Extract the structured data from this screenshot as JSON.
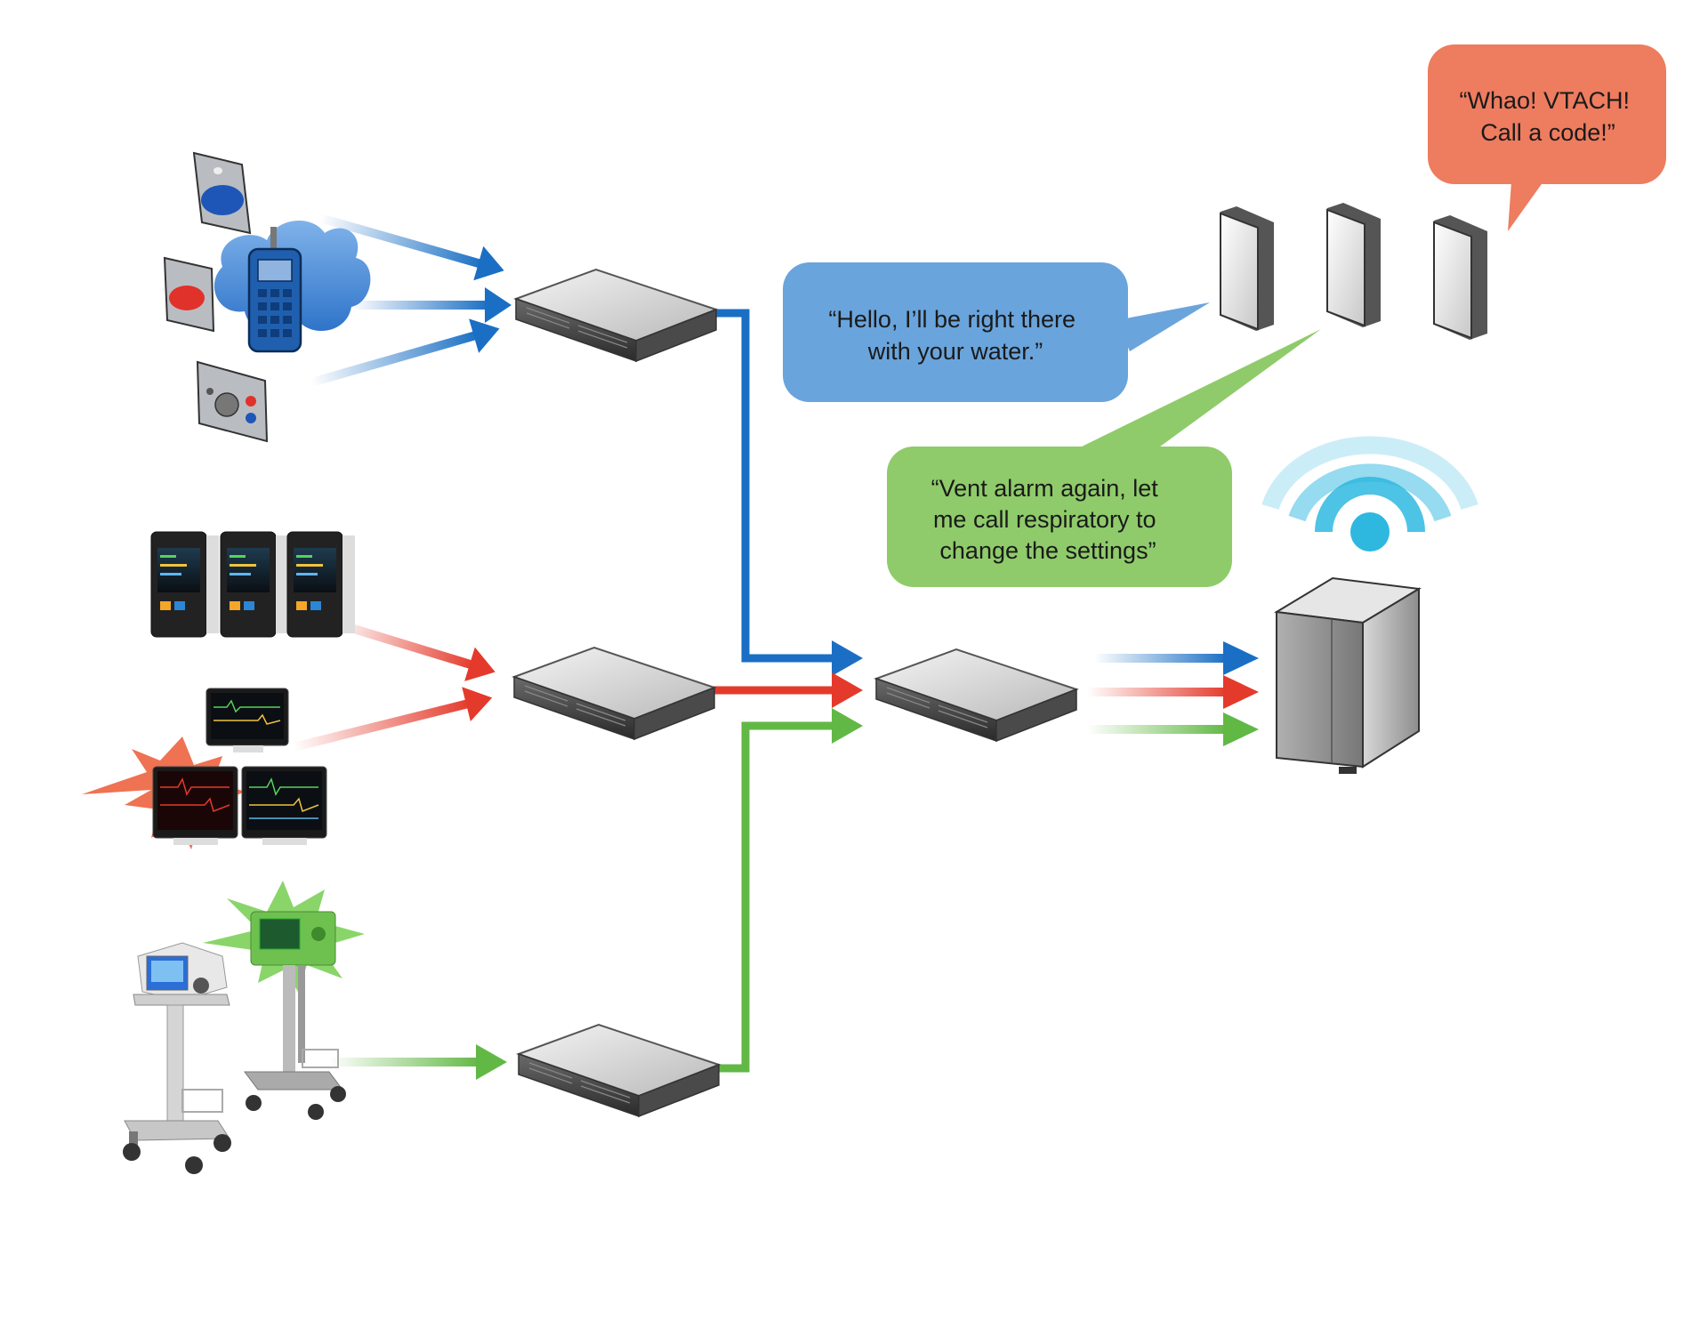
{
  "colors": {
    "blue": "#1a6fc4",
    "red": "#e43a2c",
    "green": "#62b845",
    "bubble_blue": "#6aa4dc",
    "bubble_green": "#8fcb6a",
    "bubble_orange": "#ee7c5f",
    "wifi": "#2eb8e0"
  },
  "bubbles": {
    "orange": {
      "lines": [
        "“Whao! VTACH!",
        "Call a code!”"
      ]
    },
    "blue": {
      "lines": [
        "“Hello, I’ll be right there",
        "with your water.”"
      ]
    },
    "green": {
      "lines": [
        "“Vent alarm again, let",
        "me call respiratory to",
        "change the settings”"
      ]
    }
  },
  "icons": [
    "call-button-icon",
    "nurse-call-phone-icon",
    "patient-monitor-icon",
    "ventilator-icon",
    "network-switch-icon",
    "server-tower-icon",
    "wifi-icon",
    "mobile-handheld-icon",
    "alarm-burst-icon"
  ]
}
